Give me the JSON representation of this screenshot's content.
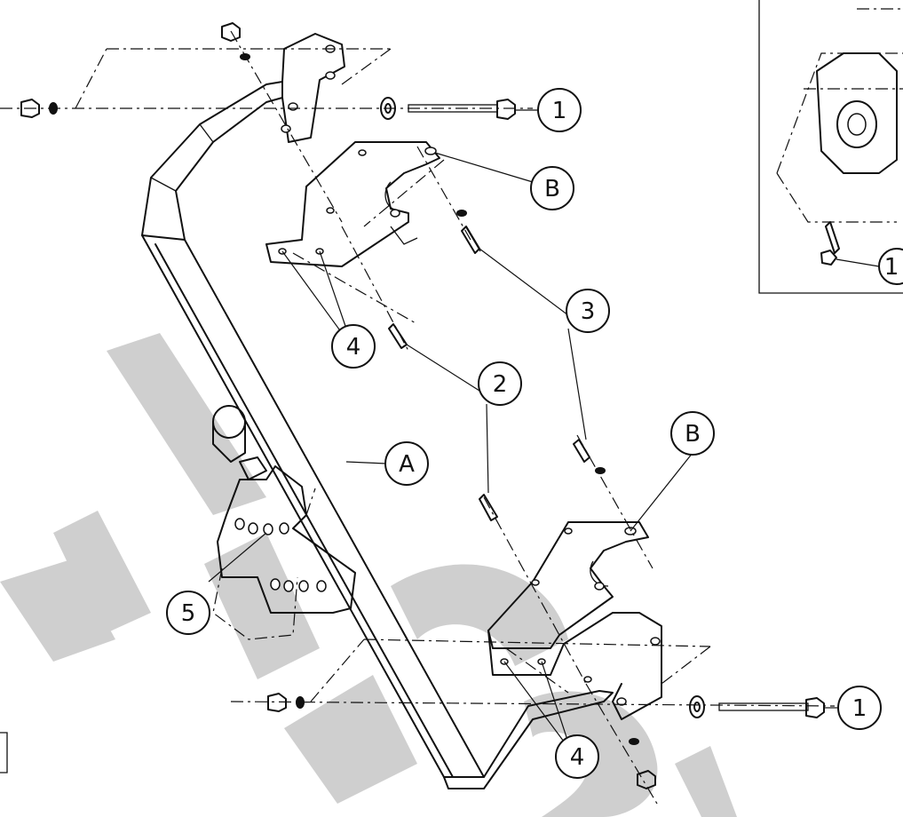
{
  "diagram": {
    "callouts": {
      "c1_top": "1",
      "c1_bottom": "1",
      "c1_inset": "1",
      "cB_top": "B",
      "cB_mid": "B",
      "c3": "3",
      "c4_top": "4",
      "c4_bottom": "4",
      "c2": "2",
      "cA": "A",
      "c5": "5"
    }
  },
  "colors": {
    "ink": "#111111",
    "watermark": "#cfcfcf",
    "background": "#ffffff"
  }
}
